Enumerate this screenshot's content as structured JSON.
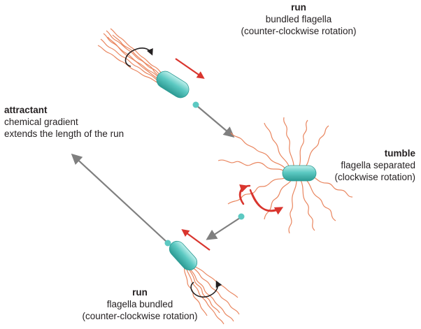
{
  "labels": {
    "run_top": {
      "title": "run",
      "line1": "bundled flagella",
      "line2": "(counter-clockwise rotation)"
    },
    "attractant": {
      "title": "attractant",
      "line1": "chemical gradient",
      "line2": "extends the length of the run"
    },
    "tumble": {
      "title": "tumble",
      "line1": "flagella separated",
      "line2": "(clockwise rotation)"
    },
    "run_bottom": {
      "title": "run",
      "line1": "flagella bundled",
      "line2": "(counter-clockwise rotation)"
    }
  },
  "colors": {
    "cell_body": "#5cc9c2",
    "cell_body_dark": "#2c9a93",
    "flagella": "#e9855e",
    "motion_arrow": "#d9352e",
    "path_arrow": "#7f7f7f",
    "path_dot": "#5cc9c2",
    "rotation_arrow": "#231f20"
  }
}
